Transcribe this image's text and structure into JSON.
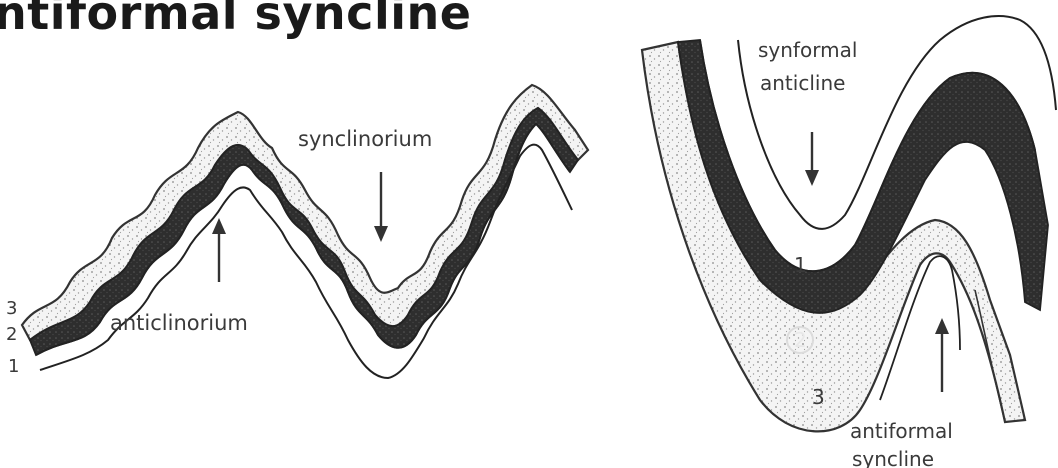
{
  "title": "ntiformal syncline",
  "left_diagram": {
    "label_synclinorium": "synclinorium",
    "label_anticlinorium": "anticlinorium",
    "layer_1": "1",
    "layer_2": "2",
    "layer_3": "3"
  },
  "right_diagram": {
    "label_synformal_line1": "synformal",
    "label_synformal_line2": "anticline",
    "label_antiformal_line1": "antiformal",
    "label_antiformal_line2": "syncline",
    "layer_1": "1",
    "layer_2": "2",
    "layer_3": "3"
  }
}
